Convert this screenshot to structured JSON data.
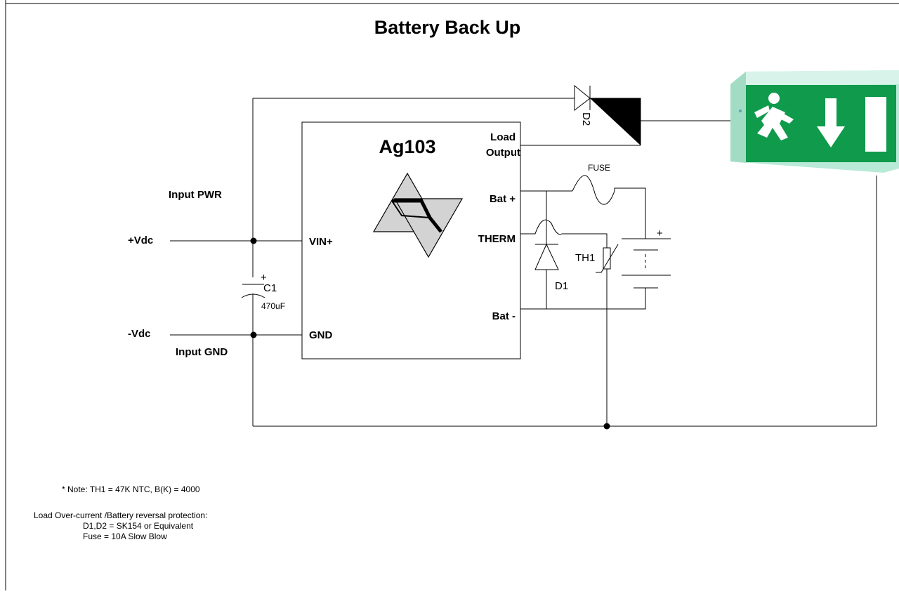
{
  "title": "Battery Back Up",
  "chip": {
    "name": "Ag103",
    "pins": {
      "vin": "VIN+",
      "gnd": "GND",
      "load_line1": "Load",
      "load_line2": "Output",
      "bat_plus": "Bat +",
      "therm": "THERM",
      "bat_minus": "Bat -"
    }
  },
  "labels": {
    "input_pwr": "Input PWR",
    "vdc_plus": "+Vdc",
    "vdc_minus": "-Vdc",
    "input_gnd": "Input GND",
    "c1_plus": "+",
    "c1": "C1",
    "c1_value": "470uF",
    "fuse": "FUSE",
    "th1": "TH1",
    "d1": "D1",
    "d2": "D2",
    "bat_plus_sign": "+"
  },
  "notes": {
    "line1": "* Note: TH1 = 47K NTC, B(K) = 4000",
    "line2": "Load Over-current /Battery reversal protection:",
    "line3": "D1,D2 = SK154 or Equivalent",
    "line4": "Fuse = 10A Slow Blow"
  },
  "colors": {
    "sign_green": "#0f9a4c",
    "sign_frame": "#b9ead8",
    "logo_fill": "#d3d3d3",
    "wire": "#000000"
  },
  "icons": {
    "exit_sign": "running-man-exit-sign-icon",
    "logo": "ag103-logo-icon"
  }
}
